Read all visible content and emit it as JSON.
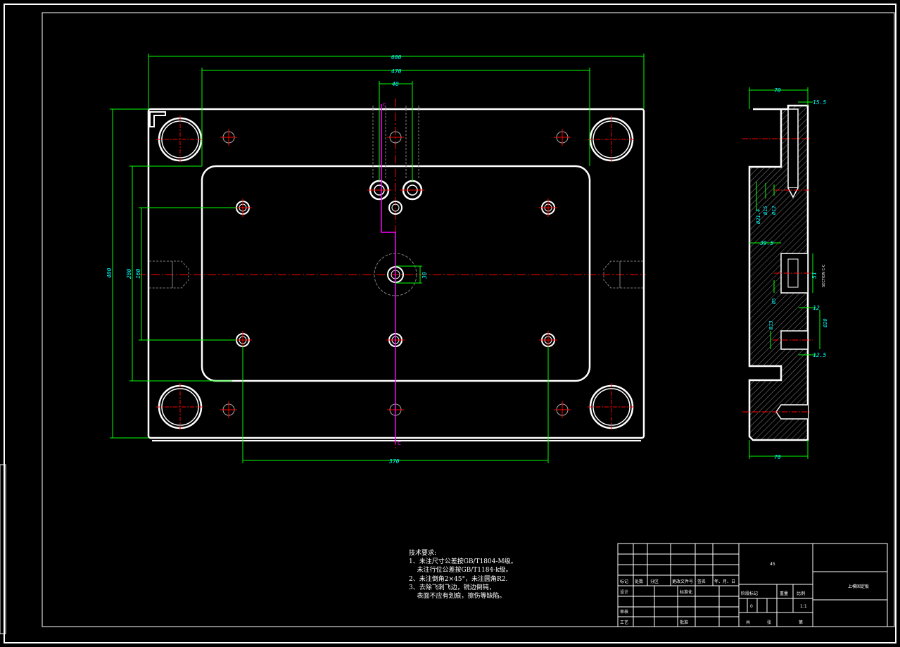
{
  "dimensions": {
    "overall_width": "600",
    "inner_width": "470",
    "slot_spacing": "40",
    "hole_spacing_x": "370",
    "overall_height": "400",
    "inner_height": "280",
    "hole_spacing_y": "160",
    "center_bore": "30",
    "side_top_width": "70",
    "side_bottom_width": "70",
    "side_top_offset": "15.5",
    "side_dia_1": "Ø21.4",
    "side_dia_2": "Ø15",
    "side_dia_3": "Ø12",
    "side_depth": "39.5",
    "side_height_51": "51",
    "side_note": "SECTION C-C",
    "side_small": "Ø5",
    "side_12": "12",
    "side_dia_13": "Ø13",
    "side_dia_20": "Ø20",
    "side_12_5": "12.5",
    "pink_marker_top": "C",
    "pink_marker_bottom": "C"
  },
  "technical_requirements": {
    "title": "技术要求:",
    "line1": "1、未注尺寸公差按GB/T1804-M级。",
    "line2": "    未注行位公差按GB/T1184-k级。",
    "line3": "2、未注倒角2×45°，未注圆角R2.",
    "line4": "3、去除飞刺飞边，锐边倒钝，",
    "line5": "    表面不应有划痕，擦伤等缺陷。"
  },
  "title_block": {
    "material": "45",
    "part_name": "上模固定板",
    "scale": "1:1",
    "row_labels": [
      "标记",
      "处数",
      "分区",
      "更改文件号",
      "签名",
      "年、月、日"
    ],
    "designer": "设计",
    "standardize": "标准化",
    "stage_mark": "阶段标记",
    "weight": "重量",
    "ratio": "比例",
    "reviewer": "审核",
    "process": "工艺",
    "approve": "批准",
    "total": "共",
    "sheet": "张",
    "sheet_num": "第",
    "qty": "0"
  },
  "colors": {
    "outline": "#ffffff",
    "dimension": "#00ff00",
    "dim_text": "#00ffff",
    "centerline": "#ff0000",
    "section_line": "#ff00ff",
    "hidden": "#808080"
  }
}
